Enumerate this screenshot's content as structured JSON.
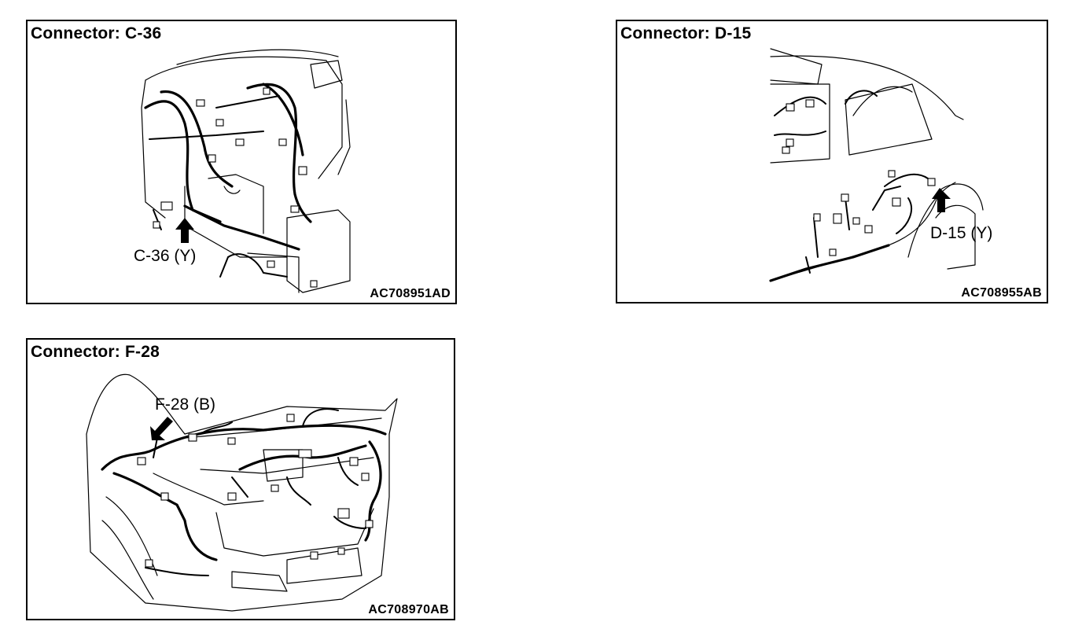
{
  "panels": [
    {
      "title": "Connector: C-36",
      "callout": "C-36 (Y)",
      "code": "AC708951AD"
    },
    {
      "title": "Connector: D-15",
      "callout": "D-15 (Y)",
      "code": "AC708955AB"
    },
    {
      "title": "Connector: F-28",
      "callout": "F-28 (B)",
      "code": "AC708970AB"
    }
  ]
}
